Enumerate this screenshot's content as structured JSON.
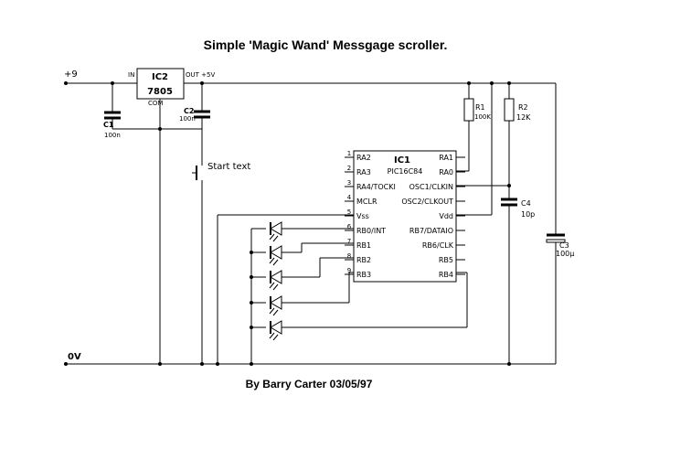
{
  "title": "Simple 'Magic Wand' Messgage scroller.",
  "credit": "By Barry Carter 03/05/97",
  "rails": {
    "top": "+9",
    "bottom": "0V"
  },
  "regulator": {
    "ref": "IC2",
    "part": "7805",
    "in": "IN",
    "out": "OUT +5V",
    "com": "COM"
  },
  "c1": {
    "ref": "C1",
    "value": "100n"
  },
  "c2": {
    "ref": "C2",
    "value": "100n"
  },
  "switch": {
    "label": "Start text"
  },
  "r1": {
    "ref": "R1",
    "value": "100K"
  },
  "r2": {
    "ref": "R2",
    "value": "12K"
  },
  "c4": {
    "ref": "C4",
    "value": "10p"
  },
  "c3": {
    "ref": "C3",
    "value": "100μ"
  },
  "mcu": {
    "ref": "IC1",
    "part": "PIC16C84",
    "left_pins": [
      {
        "num": "1",
        "name": "RA2"
      },
      {
        "num": "2",
        "name": "RA3"
      },
      {
        "num": "3",
        "name": "RA4/TOCKI"
      },
      {
        "num": "4",
        "name": "MCLR"
      },
      {
        "num": "5",
        "name": "Vss"
      },
      {
        "num": "6",
        "name": "RB0/INT"
      },
      {
        "num": "7",
        "name": "RB1"
      },
      {
        "num": "8",
        "name": "RB2"
      },
      {
        "num": "9",
        "name": "RB3"
      }
    ],
    "right_pins": [
      {
        "name": "RA1"
      },
      {
        "name": "RA0"
      },
      {
        "name": "OSC1/CLKIN"
      },
      {
        "name": "OSC2/CLKOUT"
      },
      {
        "name": "Vdd"
      },
      {
        "name": "RB7/DATAIO"
      },
      {
        "name": "RB6/CLK"
      },
      {
        "name": "RB5"
      },
      {
        "name": "RB4"
      }
    ]
  }
}
